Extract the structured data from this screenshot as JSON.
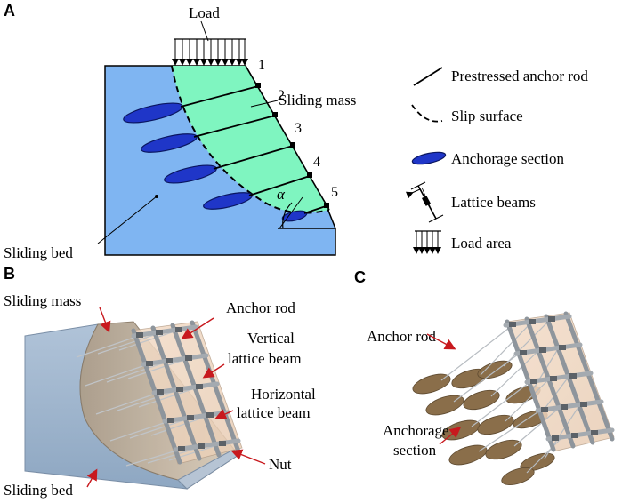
{
  "panel_a": {
    "letter": "A",
    "load_label": "Load",
    "sliding_mass_label": "Sliding mass",
    "sliding_bed_label": "Sliding bed",
    "angle_label": "α",
    "anchor_numbers": [
      "1",
      "2",
      "3",
      "4",
      "5"
    ],
    "legend": [
      {
        "icon": "prestressed-anchor-rod-line",
        "label": "Prestressed anchor rod"
      },
      {
        "icon": "slip-surface-dashed",
        "label": "Slip surface"
      },
      {
        "icon": "anchorage-section-blob",
        "label": "Anchorage section"
      },
      {
        "icon": "lattice-beam-symbol",
        "label": "Lattice beams"
      },
      {
        "icon": "load-area-arrows",
        "label": "Load area"
      }
    ]
  },
  "panel_b": {
    "letter": "B",
    "sliding_mass_label": "Sliding mass",
    "anchor_rod_label": "Anchor rod",
    "vertical_beam_label": [
      "Vertical",
      "lattice beam"
    ],
    "horizontal_beam_label": [
      "Horizontal",
      "lattice beam"
    ],
    "nut_label": "Nut",
    "sliding_bed_label": "Sliding bed"
  },
  "panel_c": {
    "letter": "C",
    "anchor_rod_label": "Anchor rod",
    "anchorage_section_label": [
      "Anchorage",
      "section"
    ]
  },
  "colors": {
    "sliding_bed": "#7fb5f2",
    "sliding_mass": "#7ff5c0",
    "anchorage": "#1f36c8",
    "annotation_arrow": "#c8191e",
    "block_3d": "#a3b6cc",
    "lattice_3d": "#9aa0a6",
    "anchorage_3d": "#8a6e4a"
  }
}
